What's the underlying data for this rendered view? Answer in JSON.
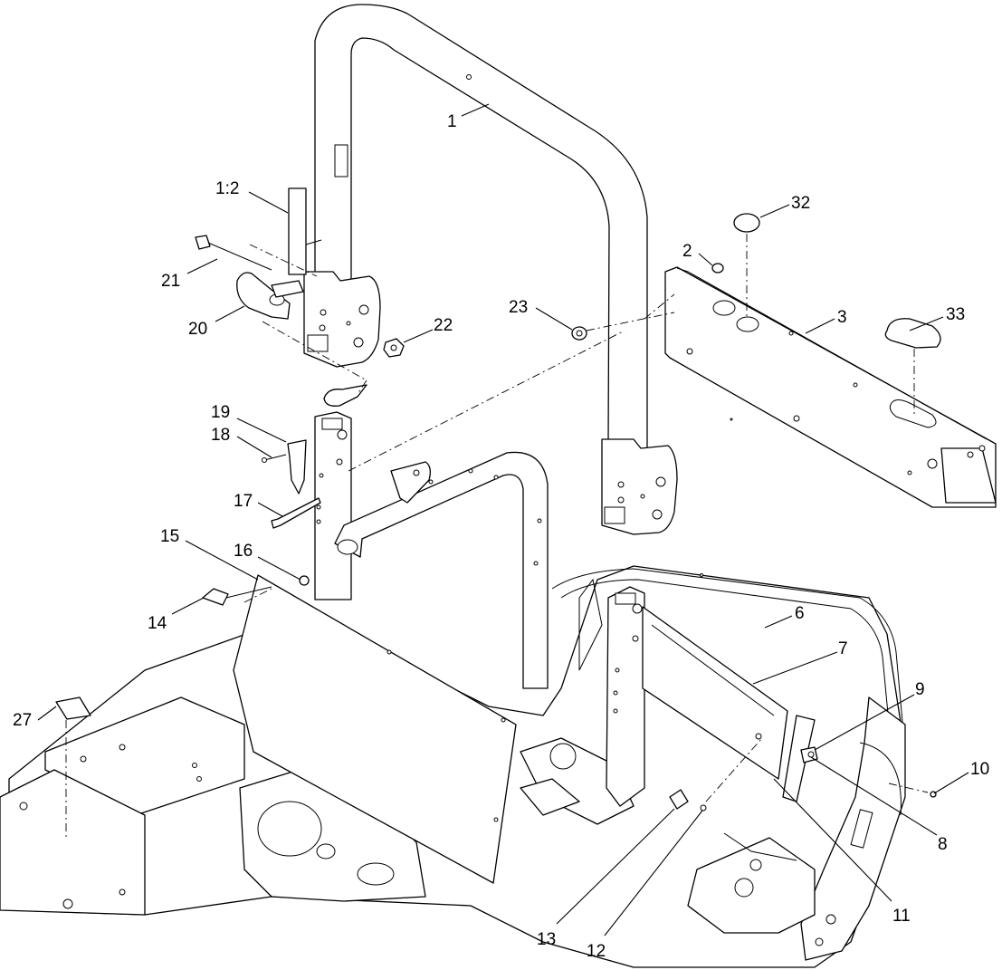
{
  "diagram": {
    "callouts": [
      {
        "id": "c1",
        "label": "1"
      },
      {
        "id": "c1-2",
        "label": "1:2"
      },
      {
        "id": "c2",
        "label": "2"
      },
      {
        "id": "c3",
        "label": "3"
      },
      {
        "id": "c6",
        "label": "6"
      },
      {
        "id": "c7",
        "label": "7"
      },
      {
        "id": "c8",
        "label": "8"
      },
      {
        "id": "c9",
        "label": "9"
      },
      {
        "id": "c10",
        "label": "10"
      },
      {
        "id": "c11",
        "label": "11"
      },
      {
        "id": "c12",
        "label": "12"
      },
      {
        "id": "c13",
        "label": "13"
      },
      {
        "id": "c14",
        "label": "14"
      },
      {
        "id": "c15",
        "label": "15"
      },
      {
        "id": "c16",
        "label": "16"
      },
      {
        "id": "c17",
        "label": "17"
      },
      {
        "id": "c18",
        "label": "18"
      },
      {
        "id": "c19",
        "label": "19"
      },
      {
        "id": "c20",
        "label": "20"
      },
      {
        "id": "c21",
        "label": "21"
      },
      {
        "id": "c22",
        "label": "22"
      },
      {
        "id": "c23",
        "label": "23"
      },
      {
        "id": "c27",
        "label": "27"
      },
      {
        "id": "c32",
        "label": "32"
      },
      {
        "id": "c33",
        "label": "33"
      }
    ]
  }
}
